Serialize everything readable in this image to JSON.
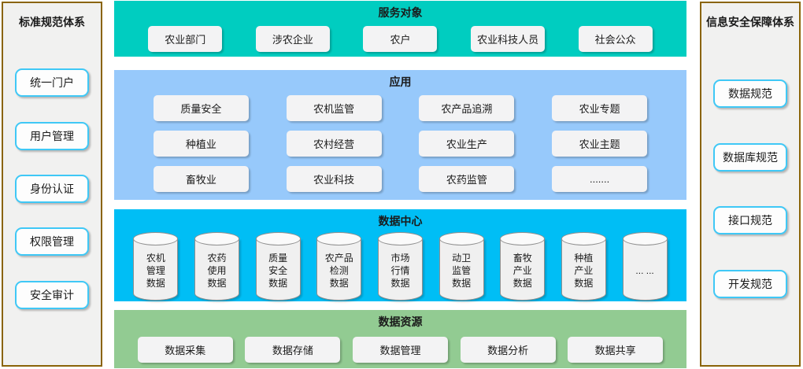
{
  "left_panel": {
    "title": "标准规范体系",
    "items": [
      {
        "label": "统一门户"
      },
      {
        "label": "用户管理"
      },
      {
        "label": "身份认证"
      },
      {
        "label": "权限管理"
      },
      {
        "label": "安全审计"
      }
    ]
  },
  "right_panel": {
    "title": "信息安全保障体系",
    "items": [
      {
        "label": "数据规范"
      },
      {
        "label": "数据库规范"
      },
      {
        "label": "接口规范"
      },
      {
        "label": "开发规范"
      }
    ]
  },
  "center": {
    "service_band": {
      "title": "服务对象",
      "items": [
        {
          "label": "农业部门"
        },
        {
          "label": "涉农企业"
        },
        {
          "label": "农户"
        },
        {
          "label": "农业科技人员"
        },
        {
          "label": "社会公众"
        }
      ]
    },
    "app_band": {
      "title": "应用",
      "items": [
        {
          "label": "质量安全"
        },
        {
          "label": "农机监管"
        },
        {
          "label": "农产品追溯"
        },
        {
          "label": "农业专题"
        },
        {
          "label": "种植业"
        },
        {
          "label": "农村经营"
        },
        {
          "label": "农业生产"
        },
        {
          "label": "农业主题"
        },
        {
          "label": "畜牧业"
        },
        {
          "label": "农业科技"
        },
        {
          "label": "农药监管"
        },
        {
          "label": "......."
        }
      ]
    },
    "data_center_band": {
      "title": "数据中心",
      "items": [
        {
          "label": "农机\n管理\n数据"
        },
        {
          "label": "农药\n使用\n数据"
        },
        {
          "label": "质量\n安全\n数据"
        },
        {
          "label": "农产品\n检测\n数据"
        },
        {
          "label": "市场\n行情\n数据"
        },
        {
          "label": "动卫\n监管\n数据"
        },
        {
          "label": "畜牧\n产业\n数据"
        },
        {
          "label": "种植\n产业\n数据"
        },
        {
          "label": "... ..."
        }
      ]
    },
    "data_resource_band": {
      "title": "数据资源",
      "items": [
        {
          "label": "数据采集"
        },
        {
          "label": "数据存储"
        },
        {
          "label": "数据管理"
        },
        {
          "label": "数据分析"
        },
        {
          "label": "数据共享"
        }
      ]
    }
  },
  "colors": {
    "panel_border": "#8a6408",
    "panel_bg": "#f1f1f0",
    "sidebar_button_border": "#3fc8f6",
    "service_band_bg": "#00cdc0",
    "app_band_bg": "#97c9fb",
    "data_center_band_bg": "#00bef5",
    "data_resource_band_bg": "#92cb92",
    "node_bg": "#f3f3f4"
  }
}
